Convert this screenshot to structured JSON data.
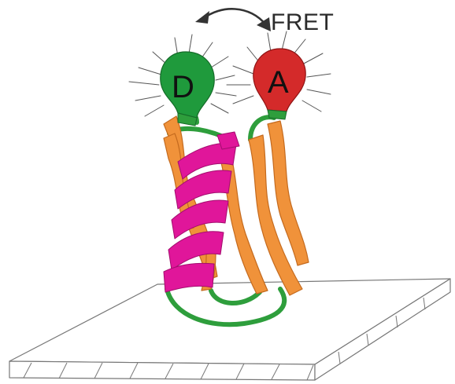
{
  "labels": {
    "fret": "FRET",
    "donor": "D",
    "acceptor": "A"
  },
  "colors": {
    "donor_bulb": "#1f9a3c",
    "acceptor_bulb": "#d42a2a",
    "helix": "#e0169a",
    "beta_strand": "#f0923a",
    "loop": "#2e9e3c",
    "surface_line": "#777777",
    "text": "#2b2b2b"
  }
}
